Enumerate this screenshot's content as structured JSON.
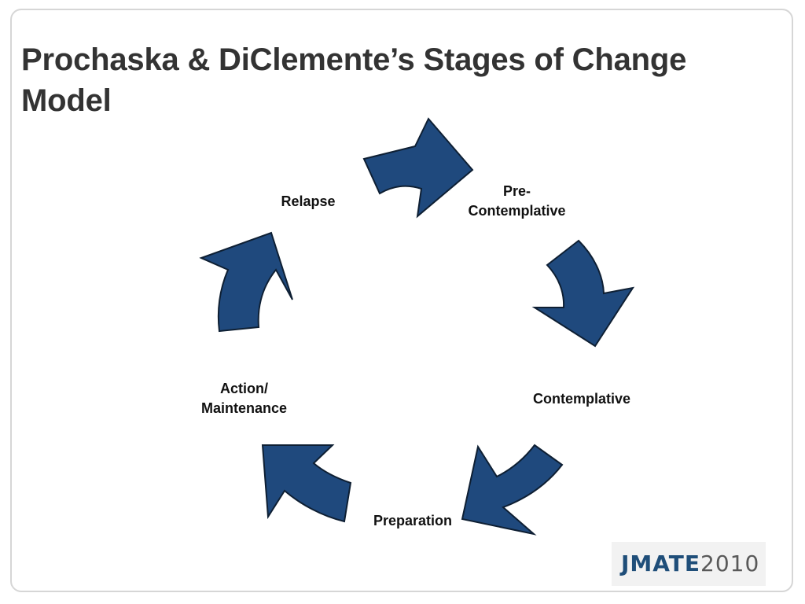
{
  "slide": {
    "title": "Prochaska & DiClemente’s Stages of Change Model"
  },
  "cycle": {
    "stages": [
      {
        "id": "pre-contemplative",
        "lines": [
          "Pre-",
          "Contemplative"
        ]
      },
      {
        "id": "contemplative",
        "lines": [
          "Contemplative"
        ]
      },
      {
        "id": "preparation",
        "lines": [
          "Preparation"
        ]
      },
      {
        "id": "action-maintenance",
        "lines": [
          "Action/",
          "Maintenance"
        ]
      },
      {
        "id": "relapse",
        "lines": [
          "Relapse"
        ]
      }
    ],
    "arrow_color": "#1f497d"
  },
  "logo": {
    "brand": "JMATE",
    "year": "2010",
    "brand_color": "#1f4e79",
    "year_color": "#595959"
  }
}
